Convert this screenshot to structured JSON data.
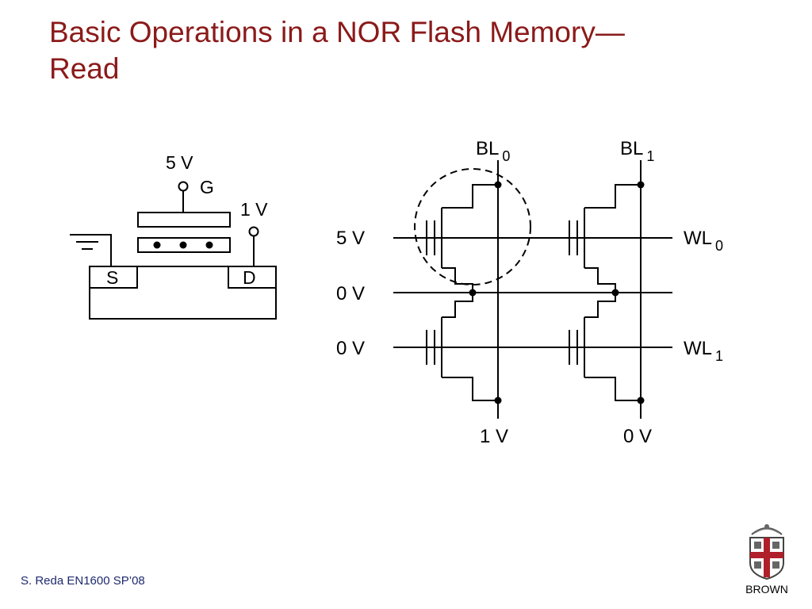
{
  "slide": {
    "title_line1": "Basic Operations in a NOR Flash Memory—",
    "title_line2": "Read",
    "footer": "S. Reda EN1600 SP’08",
    "logo_text": "BROWN",
    "title_color": "#8b1a1a",
    "footer_color": "#1f2a6e"
  },
  "cell": {
    "gate_voltage": "5 V",
    "gate_label": "G",
    "drain_voltage": "1 V",
    "source_label": "S",
    "drain_label": "D"
  },
  "array": {
    "bitline0": "BL",
    "bitline0_sub": "0",
    "bitline1": "BL",
    "bitline1_sub": "1",
    "wordline0": "WL",
    "wordline0_sub": "0",
    "wordline1": "WL",
    "wordline1_sub": "1",
    "row_voltages": [
      "5 V",
      "0 V",
      "0 V"
    ],
    "bitline0_voltage": "1 V",
    "bitline1_voltage": "0 V"
  }
}
